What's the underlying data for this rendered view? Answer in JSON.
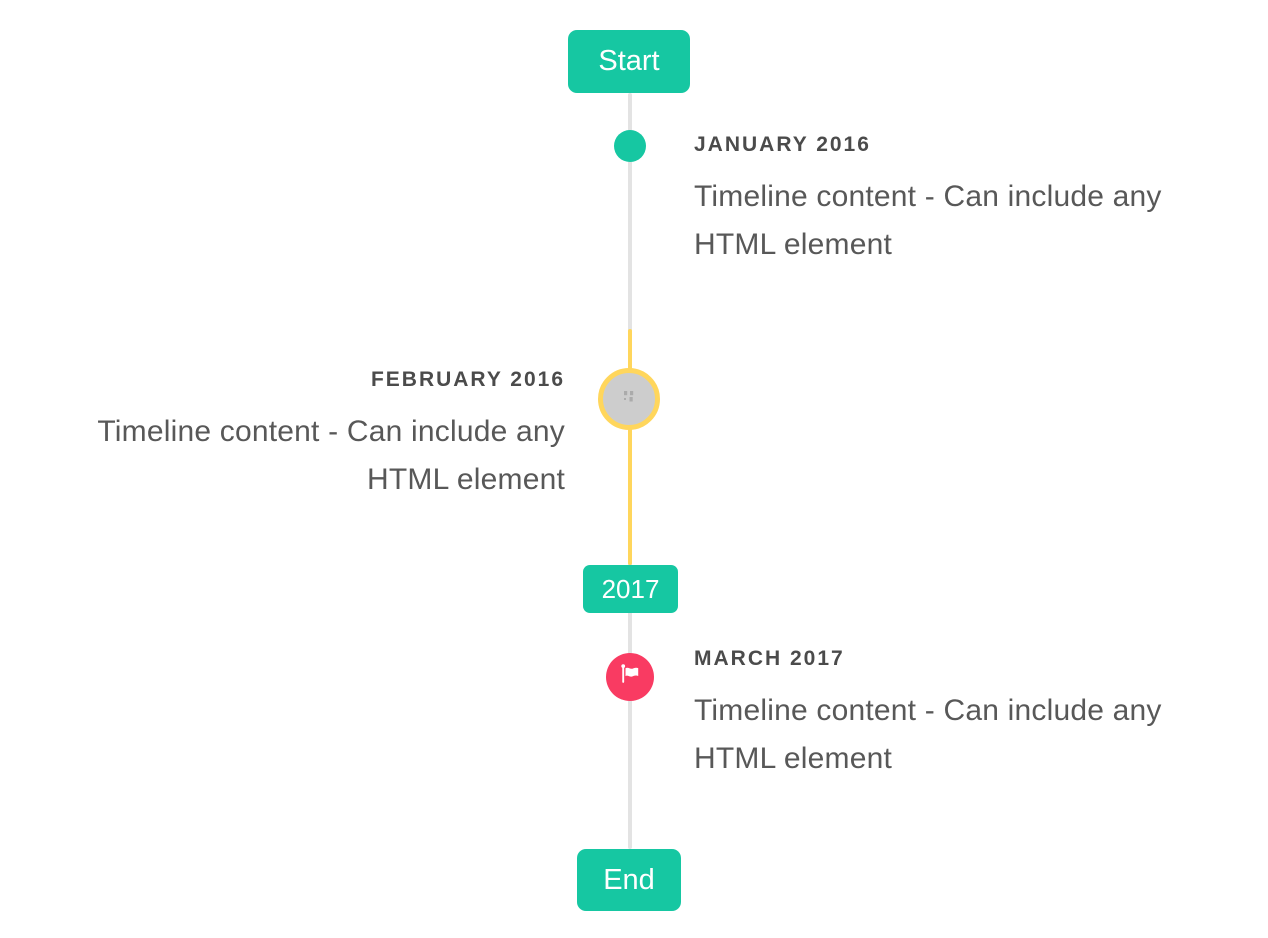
{
  "timeline": {
    "start_label": "Start",
    "year_badge": "2017",
    "end_label": "End",
    "items": [
      {
        "id": "january-2016",
        "title": "JANUARY 2016",
        "content": "Timeline content - Can include any HTML element",
        "side": "right",
        "marker": "teal-dot"
      },
      {
        "id": "february-2016",
        "title": "FEBRUARY 2016",
        "content": "Timeline content - Can include any HTML element",
        "side": "left",
        "marker": "gray-photo-circle-yellow-ring"
      },
      {
        "id": "march-2017",
        "title": "MARCH 2017",
        "content": "Timeline content - Can include any HTML element",
        "side": "right",
        "marker": "red-flag-circle"
      }
    ],
    "colors": {
      "accent_teal": "#16c7a2",
      "highlight_yellow": "#ffd65c",
      "flag_red": "#f93b62",
      "line_gray": "#e3e3e3",
      "circle_gray": "#cdcdcd",
      "title_text": "#4b4b4b",
      "content_text": "#585858"
    }
  }
}
